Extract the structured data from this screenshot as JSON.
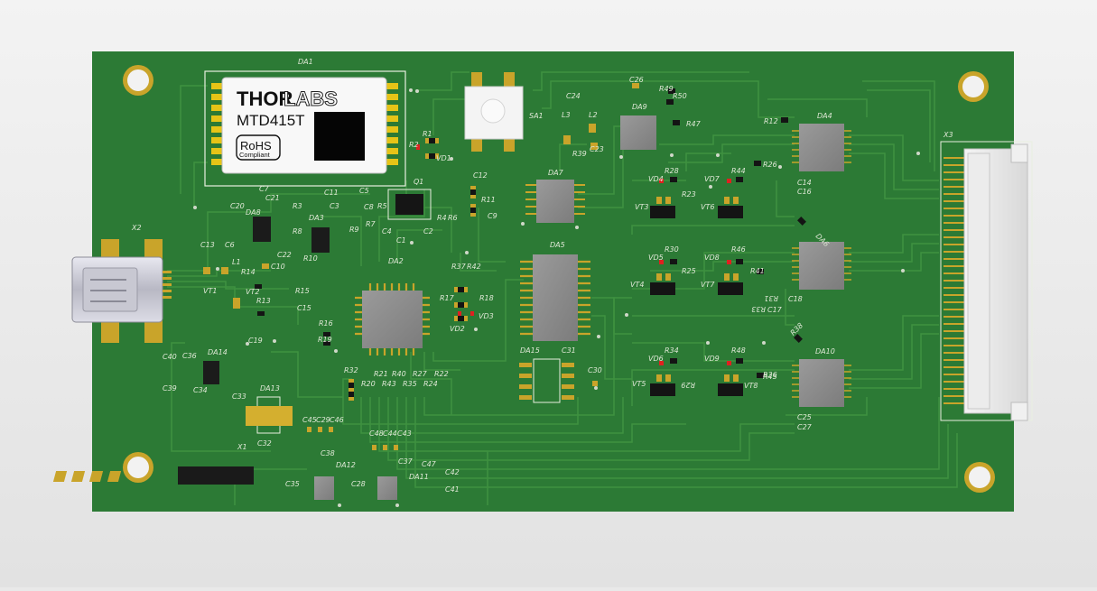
{
  "board": {
    "colors": {
      "background": "#e9e9e9",
      "pcb": "#2c7a35",
      "trace": "#3f8f3c",
      "gold": "#c9a42a",
      "chip": "#8e8e8e"
    }
  },
  "module": {
    "designator": "DA1",
    "brand_a": "THOR",
    "brand_b": "LABS",
    "model": "MTD415T",
    "rohs": "RoHS",
    "compliant": "Compliant"
  },
  "designators": {
    "x2": "X2",
    "x3": "X3",
    "x1": "X1",
    "sa1": "SA1",
    "q1": "Q1",
    "da2": "DA2",
    "da3": "DA3",
    "da4": "DA4",
    "da5": "DA5",
    "da6": "DA6",
    "da7": "DA7",
    "da8": "DA8",
    "da9": "DA9",
    "da10": "DA10",
    "da11": "DA11",
    "da12": "DA12",
    "da13": "DA13",
    "da14": "DA14",
    "da15": "DA15",
    "vt1": "VT1",
    "vt2": "VT2",
    "vt3": "VT3",
    "vt4": "VT4",
    "vt5": "VT5",
    "vt6": "VT6",
    "vt7": "VT7",
    "vt8": "VT8",
    "vd1": "VD1",
    "vd2": "VD2",
    "vd3": "VD3",
    "vd4": "VD4",
    "vd5": "VD5",
    "vd6": "VD6",
    "vd7": "VD7",
    "vd8": "VD8",
    "vd9": "VD9",
    "l1": "L1",
    "l2": "L2",
    "l3": "L3",
    "r1": "R1",
    "r2": "R2",
    "r3": "R3",
    "r4": "R4",
    "r5": "R5",
    "r6": "R6",
    "r7": "R7",
    "r8": "R8",
    "r9": "R9",
    "r10": "R10",
    "r11": "R11",
    "r12": "R12",
    "r13": "R13",
    "r14": "R14",
    "r15": "R15",
    "r16": "R16",
    "r17": "R17",
    "r18": "R18",
    "r19": "R19",
    "r20": "R20",
    "r21": "R21",
    "r22": "R22",
    "r23": "R23",
    "r24": "R24",
    "r25": "R25",
    "r26": "R26",
    "r27": "R27",
    "r28": "R28",
    "r29": "R29",
    "r30": "R30",
    "r31": "R31",
    "r32": "R32",
    "r33": "R33",
    "r34": "R34",
    "r35": "R35",
    "r36": "R36",
    "r37": "R37",
    "r38": "R38",
    "r39": "R39",
    "r40": "R40",
    "r41": "R41",
    "r42": "R42",
    "r43": "R43",
    "r44": "R44",
    "r45": "R45",
    "r46": "R46",
    "r47": "R47",
    "r48": "R48",
    "r49": "R49",
    "r50": "R50",
    "c1": "C1",
    "c2": "C2",
    "c3": "C3",
    "c4": "C4",
    "c5": "C5",
    "c6": "C6",
    "c7": "C7",
    "c8": "C8",
    "c9": "C9",
    "c10": "C10",
    "c11": "C11",
    "c12": "C12",
    "c13": "C13",
    "c14": "C14",
    "c15": "C15",
    "c16": "C16",
    "c17": "C17",
    "c18": "C18",
    "c19": "C19",
    "c20": "C20",
    "c21": "C21",
    "c22": "C22",
    "c23": "C23",
    "c24": "C24",
    "c25": "C25",
    "c26": "C26",
    "c27": "C27",
    "c28": "C28",
    "c29": "C29",
    "c30": "C30",
    "c31": "C31",
    "c32": "C32",
    "c33": "C33",
    "c34": "C34",
    "c35": "C35",
    "c36": "C36",
    "c37": "C37",
    "c38": "C38",
    "c39": "C39",
    "c40": "C40",
    "c41": "C41",
    "c42": "C42",
    "c43": "C43",
    "c44": "C44",
    "c45": "C45",
    "c46": "C46",
    "c47": "C47",
    "c48": "C48"
  }
}
